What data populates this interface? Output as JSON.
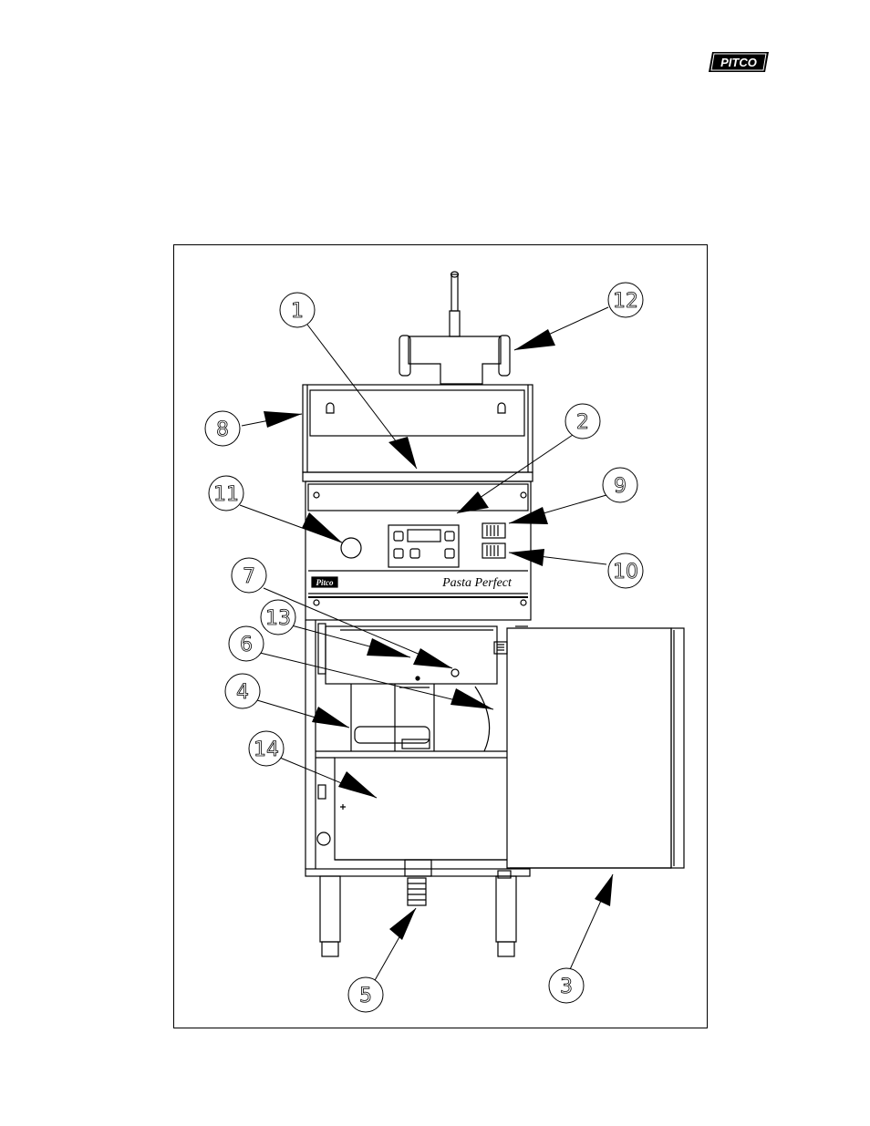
{
  "header": {
    "logo_text": "PITCO"
  },
  "figure": {
    "brand_plate": "Pitco",
    "model_text": "Pasta Perfect",
    "callouts": [
      "1",
      "2",
      "3",
      "4",
      "5",
      "6",
      "7",
      "8",
      "9",
      "10",
      "11",
      "12",
      "13",
      "14"
    ]
  }
}
